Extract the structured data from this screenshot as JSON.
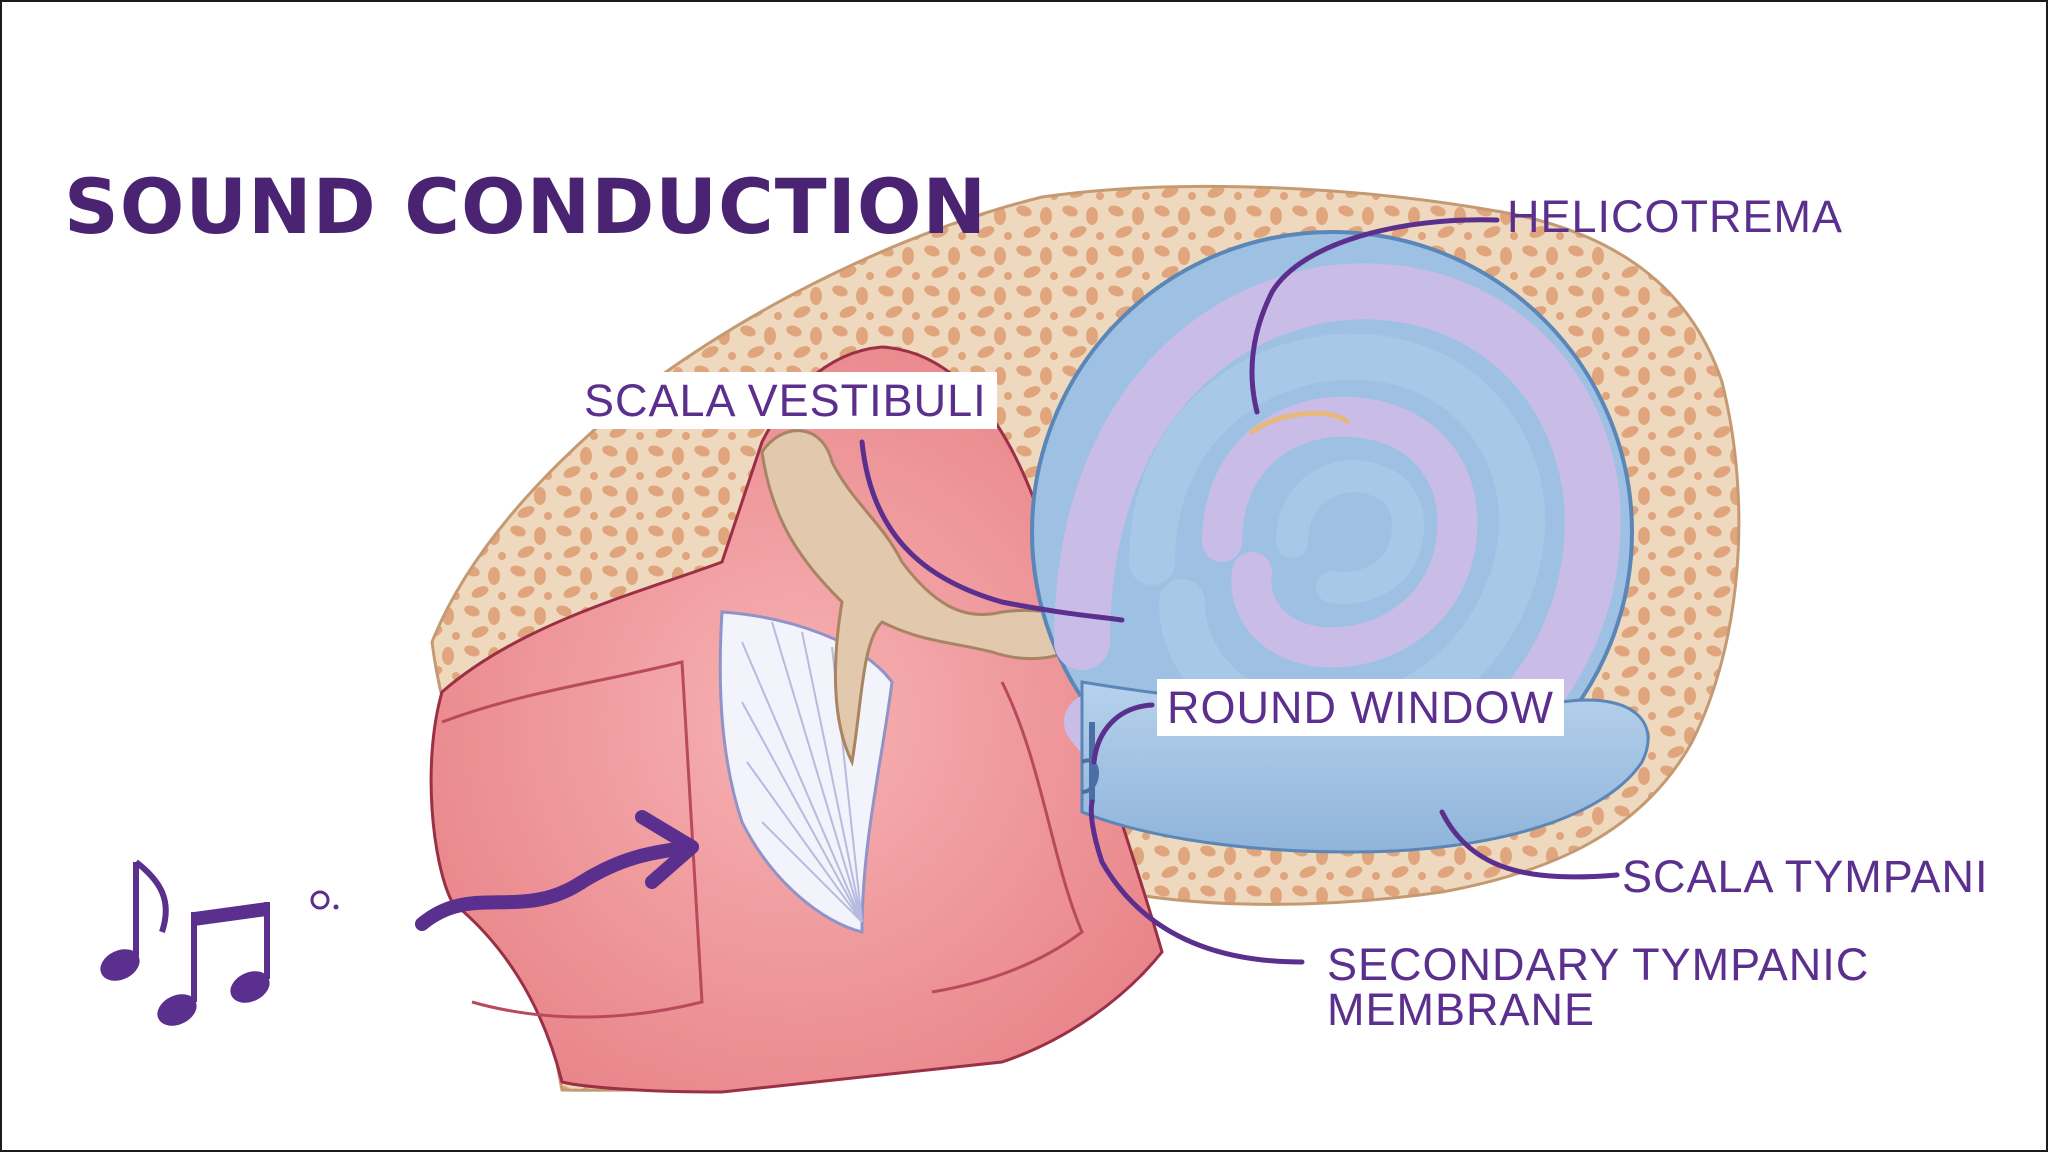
{
  "title": "SOUND CONDUCTION",
  "labels": {
    "helicotrema": "HELICOTREMA",
    "scala_vestibuli": "SCALA VESTIBULI",
    "round_window": "ROUND WINDOW",
    "scala_tympani": "SCALA TYMPANI",
    "secondary_tympanic_membrane_1": "SECONDARY TYMPANIC",
    "secondary_tympanic_membrane_2": "MEMBRANE"
  },
  "colors": {
    "label_text": "#5b2f8e",
    "title_text": "#4a2372",
    "leader_line": "#5b2f8e",
    "bone": "#eed9bf",
    "bone_pores": "#e0a57c",
    "ear_canal": "#ee8f92",
    "cochlea_blue": "#a7c7e6",
    "cochlea_purple": "#c5b6e3"
  },
  "icons": [
    "music-notes-icon",
    "sound-wave-arrow-icon"
  ]
}
